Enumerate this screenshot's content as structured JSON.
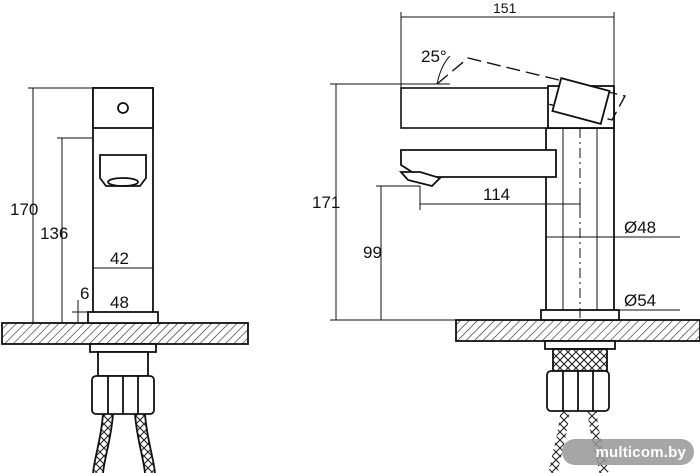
{
  "front_view": {
    "dim_height_total": "170",
    "dim_height_spout": "136",
    "dim_width_body": "42",
    "dim_offset": "6",
    "dim_width_base": "48"
  },
  "side_view": {
    "dim_length_total": "151",
    "dim_handle_angle": "25°",
    "dim_height_total": "171",
    "dim_spout_reach": "114",
    "dim_spout_height": "99",
    "dim_diameter_body": "Ø48",
    "dim_diameter_base": "Ø54"
  },
  "watermark": {
    "text": "multicom.by"
  }
}
